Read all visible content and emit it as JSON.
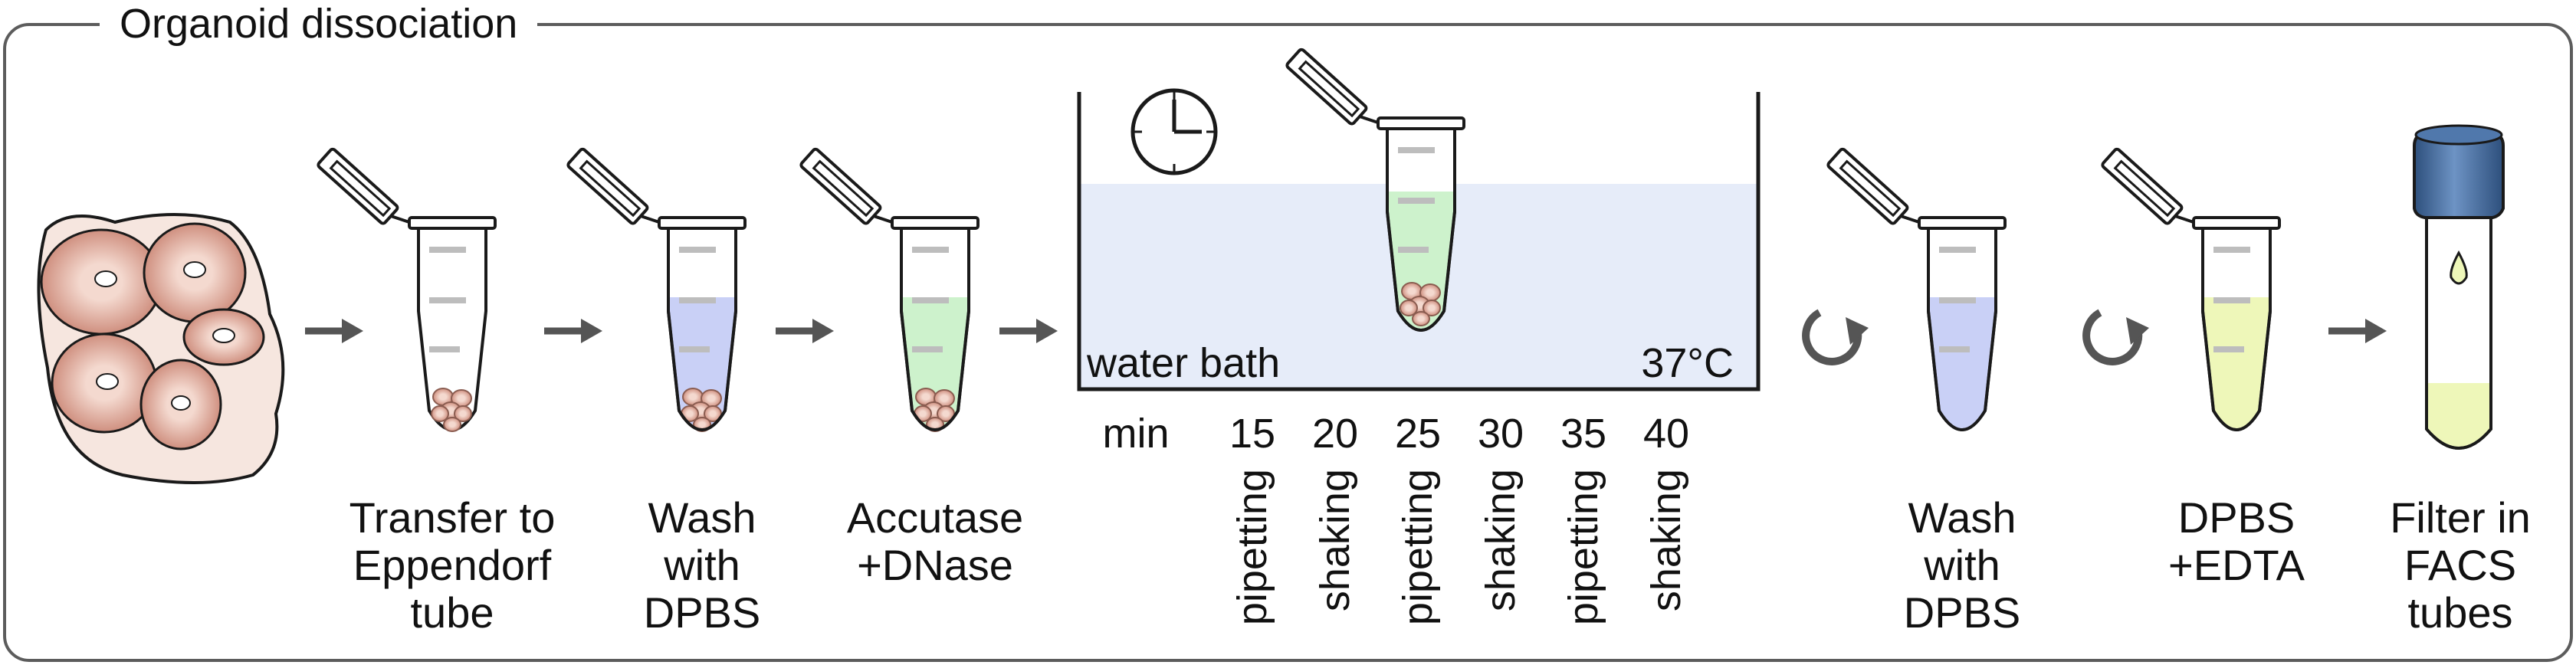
{
  "title": "Organoid dissociation",
  "steps": [
    {
      "label": "Transfer to\nEppendorf\ntube"
    },
    {
      "label": "Wash\nwith\nDPBS"
    },
    {
      "label": "Accutase\n+DNase"
    },
    {
      "label": "Wash\nwith\nDPBS"
    },
    {
      "label": "DPBS\n+EDTA"
    },
    {
      "label": "Filter in\nFACS\ntubes"
    }
  ],
  "water_bath": {
    "label": "water bath",
    "temperature": "37°C",
    "time_unit": "min",
    "timeline": [
      {
        "time": "15",
        "action": "pipetting"
      },
      {
        "time": "20",
        "action": "shaking"
      },
      {
        "time": "25",
        "action": "pipetting"
      },
      {
        "time": "30",
        "action": "shaking"
      },
      {
        "time": "35",
        "action": "pipetting"
      },
      {
        "time": "40",
        "action": "shaking"
      }
    ]
  },
  "colors": {
    "frame": "#5c5c5c",
    "arrow": "#555555",
    "dpbs_fill": "#c9d0f6",
    "accutase_fill": "#cdf2cc",
    "edta_fill": "#eef7b9",
    "water": "#e6ecf9",
    "organoid": "#dfa99a",
    "cap_blue": "#3a5f8f"
  }
}
